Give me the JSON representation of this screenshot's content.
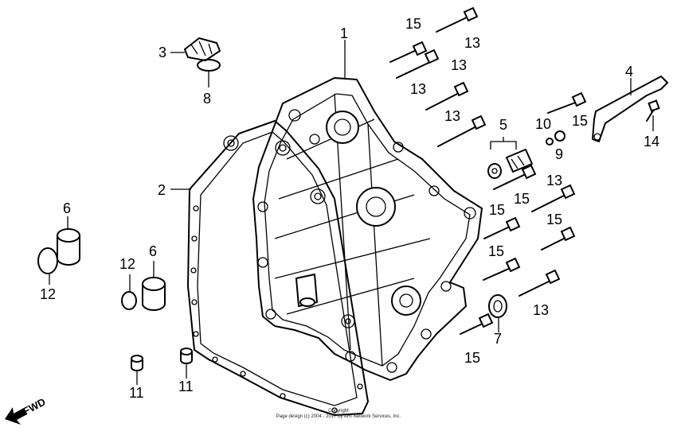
{
  "diagram": {
    "callouts": [
      {
        "id": "c1",
        "text": "1"
      },
      {
        "id": "c2",
        "text": "2"
      },
      {
        "id": "c3",
        "text": "3"
      },
      {
        "id": "c4",
        "text": "4"
      },
      {
        "id": "c5",
        "text": "5"
      },
      {
        "id": "c6a",
        "text": "6"
      },
      {
        "id": "c6b",
        "text": "6"
      },
      {
        "id": "c7",
        "text": "7"
      },
      {
        "id": "c8",
        "text": "8"
      },
      {
        "id": "c9",
        "text": "9"
      },
      {
        "id": "c10",
        "text": "10"
      },
      {
        "id": "c11a",
        "text": "11"
      },
      {
        "id": "c11b",
        "text": "11"
      },
      {
        "id": "c12a",
        "text": "12"
      },
      {
        "id": "c12b",
        "text": "12"
      },
      {
        "id": "c13a",
        "text": "13"
      },
      {
        "id": "c13b",
        "text": "13"
      },
      {
        "id": "c13c",
        "text": "13"
      },
      {
        "id": "c13d",
        "text": "13"
      },
      {
        "id": "c13e",
        "text": "13"
      },
      {
        "id": "c13f",
        "text": "13"
      },
      {
        "id": "c14",
        "text": "14"
      },
      {
        "id": "c15a",
        "text": "15"
      },
      {
        "id": "c15b",
        "text": "15"
      },
      {
        "id": "c15c",
        "text": "15"
      },
      {
        "id": "c15d",
        "text": "15"
      },
      {
        "id": "c15e",
        "text": "15"
      },
      {
        "id": "c15f",
        "text": "15"
      },
      {
        "id": "c15g",
        "text": "15"
      }
    ],
    "fwd_label": "FWD",
    "copyright_line1": "Copyright",
    "copyright_line2": "Page design (c) 2004 - 2017 by ARI Network Services, Inc."
  }
}
